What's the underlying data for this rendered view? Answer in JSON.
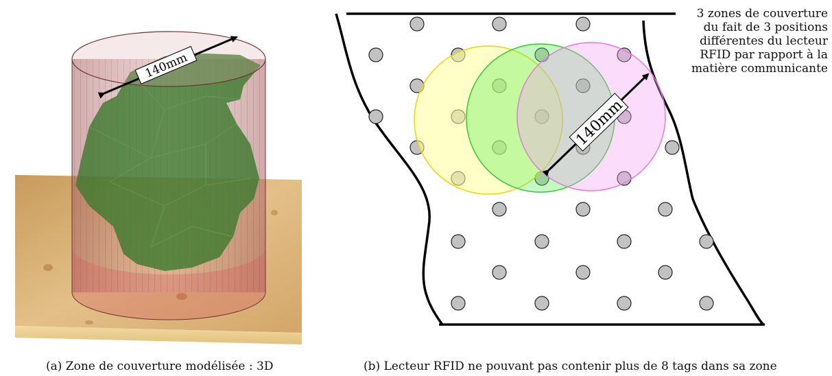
{
  "panel_a": {
    "dimension_label": "140mm",
    "caption": "(a)  Zone de couverture modélisée : 3D"
  },
  "panel_b": {
    "dimension_label": "140mm",
    "caption": "(b)  Lecteur RFID ne pouvant pas contenir plus de 8 tags dans sa zone",
    "annotation_lines": [
      "3 zones de couverture",
      "du fait de 3 positions",
      "différentes du lecteur",
      "RFID par rapport à la",
      "matière communicante"
    ],
    "zone_colors": {
      "yellow": "#ffff99",
      "green": "#55ee55",
      "magenta": "#f49cf4"
    },
    "tag_color": "#c2c2c2",
    "cylinder_color": "#c98a8a",
    "object_color": "#3f7a2f",
    "board_color": "#d8a96a"
  }
}
